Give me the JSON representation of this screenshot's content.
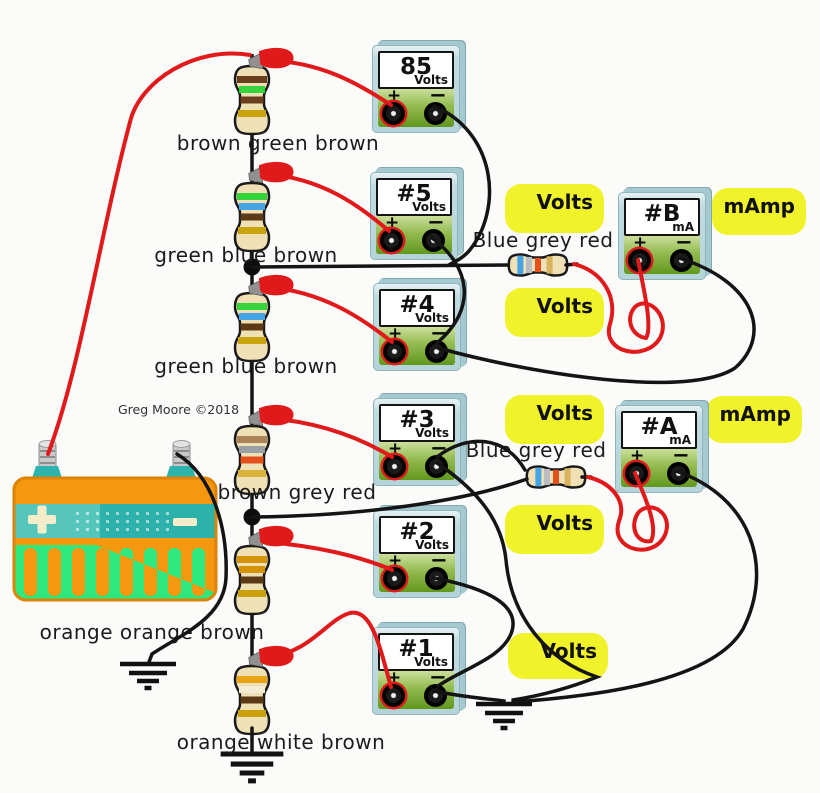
{
  "credit": "Greg Moore ©2018",
  "meters": {
    "m85": {
      "value": "85",
      "unit": "Volts"
    },
    "m5": {
      "value": "#5",
      "unit": "Volts"
    },
    "m4": {
      "value": "#4",
      "unit": "Volts"
    },
    "m3": {
      "value": "#3",
      "unit": "Volts"
    },
    "m2": {
      "value": "#2",
      "unit": "Volts"
    },
    "m1": {
      "value": "#1",
      "unit": "Volts"
    },
    "mB": {
      "value": "#B",
      "unit": "mA"
    },
    "mA": {
      "value": "#A",
      "unit": "mA"
    },
    "plus": "+",
    "minus": "−"
  },
  "tags": {
    "volts": "Volts",
    "mamp": "mAmp"
  },
  "labels": {
    "r1": "brown green brown",
    "r2": "green blue brown",
    "r3": "green blue brown",
    "r4": "brown grey red",
    "r5": "orange orange brown",
    "r6": "orange white brown",
    "h1": "Blue grey red",
    "h2": "Blue grey red"
  },
  "resistors": {
    "r1": {
      "bands": [
        "#6b3f1d",
        "#35d43a",
        "#6b3f1d",
        "#c9a40c"
      ]
    },
    "r2": {
      "bands": [
        "#35d43a",
        "#45a4e4",
        "#5d3a16",
        "#c9a40c"
      ]
    },
    "r3": {
      "bands": [
        "#35d43a",
        "#45a4e4",
        "#5d3a16",
        "#c9a40c"
      ]
    },
    "r4": {
      "bands": [
        "#ab835a",
        "#9aa0a4",
        "#e2501c",
        "#d9b33c"
      ]
    },
    "r5": {
      "bands": [
        "#d59408",
        "#d59408",
        "#5d3a16",
        "#caa10a"
      ]
    },
    "r6": {
      "bands": [
        "#e8a414",
        "#f3ecd2",
        "#5d3a16",
        "#caa10a"
      ]
    },
    "h1": {
      "bands": [
        "#45a4e4",
        "#b9bdc0",
        "#e2501c",
        "#d9b35f"
      ]
    },
    "h2": {
      "bands": [
        "#45a4e4",
        "#b9bdc0",
        "#e2501c",
        "#d9b35f"
      ]
    }
  },
  "colors": {
    "wire_red": "#e01a1a",
    "wire_black": "#141414",
    "tag_yellow": "#f1f32a",
    "battery_orange": "#f6980f",
    "battery_teal": "#2db1ab",
    "battery_green": "#2de87d"
  }
}
